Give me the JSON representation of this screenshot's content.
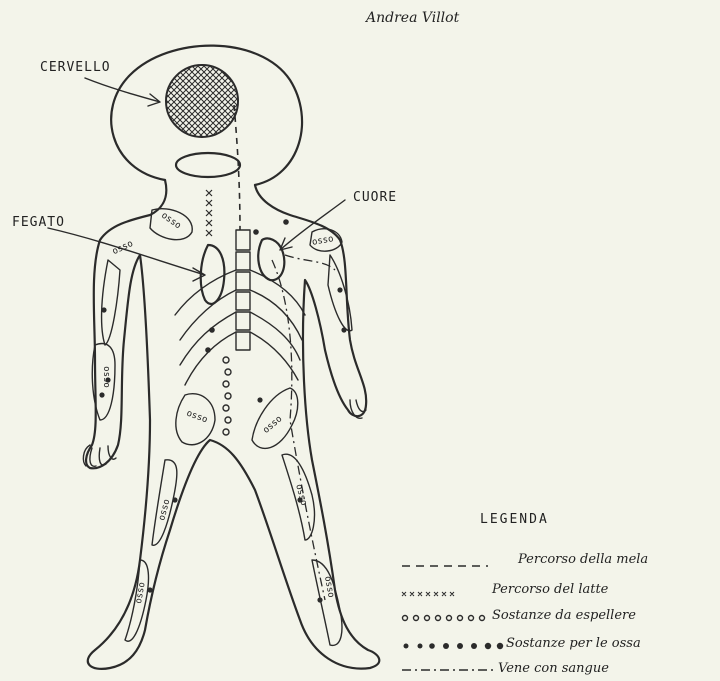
{
  "author": "Andrea Villot",
  "labels": {
    "brain": "CERVELLO",
    "heart": "CUORE",
    "liver": "FEGATO",
    "bone": "osso"
  },
  "legend": {
    "title": "LEGENDA",
    "items": [
      {
        "symbol": "dashed-line",
        "text": "Percorso della mela"
      },
      {
        "symbol": "crosses-line",
        "text": "Percorso del latte"
      },
      {
        "symbol": "open-circles",
        "text": "Sostanze da espellere"
      },
      {
        "symbol": "filled-dots",
        "text": "Sostanze per le ossa"
      },
      {
        "symbol": "dash-dot-line",
        "text": "Vene con sangue"
      }
    ]
  },
  "colors": {
    "paper": "#f3f4ea",
    "ink": "#2b2b2b"
  }
}
